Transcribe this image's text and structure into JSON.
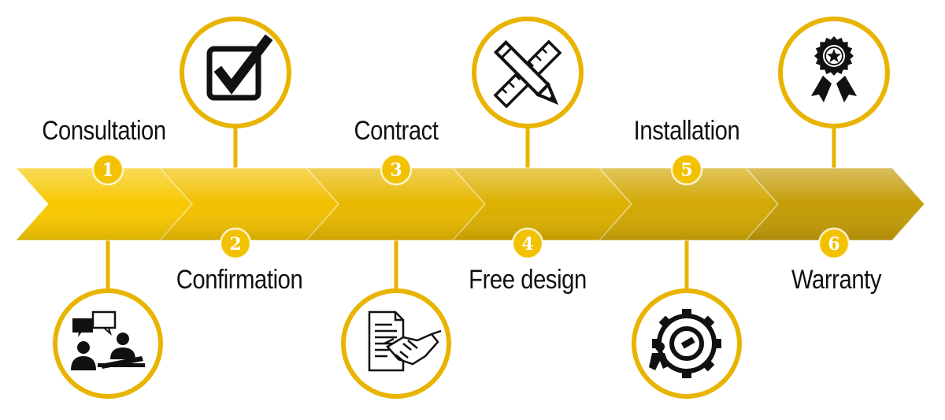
{
  "colors": {
    "arrows": [
      "#f7c800",
      "#f1c000",
      "#e8b800",
      "#dcb000",
      "#d2a804",
      "#c49c08"
    ],
    "ring": "#e8b400",
    "badge_fill": "#f2c200",
    "badge_text": "#ffffff",
    "icon": "#111111"
  },
  "steps": [
    {
      "number": "1",
      "label": "Consultation",
      "icon": "meeting-icon",
      "icon_side": "bottom",
      "label_side": "top"
    },
    {
      "number": "2",
      "label": "Confirmation",
      "icon": "checkbox-icon",
      "icon_side": "top",
      "label_side": "bottom"
    },
    {
      "number": "3",
      "label": "Contract",
      "icon": "contract-handshake-icon",
      "icon_side": "bottom",
      "label_side": "top"
    },
    {
      "number": "4",
      "label": "Free design",
      "icon": "pencil-ruler-icon",
      "icon_side": "top",
      "label_side": "bottom"
    },
    {
      "number": "5",
      "label": "Installation",
      "icon": "gear-worker-icon",
      "icon_side": "bottom",
      "label_side": "top"
    },
    {
      "number": "6",
      "label": "Warranty",
      "icon": "award-ribbon-icon",
      "icon_side": "top",
      "label_side": "bottom"
    }
  ]
}
